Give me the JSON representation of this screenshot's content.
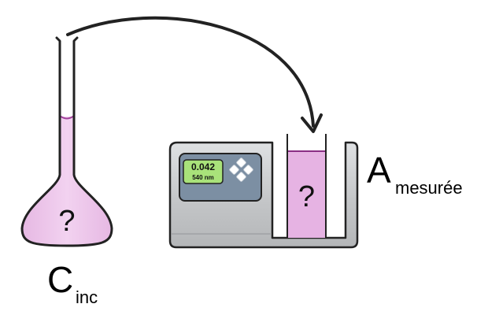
{
  "flask": {
    "unknown_mark": "?",
    "label_main": "C",
    "label_sub": "inc",
    "solution_color": "#ecc6ea"
  },
  "spectrophotometer": {
    "display_value": "0.042",
    "display_wavelength": "540 nm",
    "display_color": "#a9e27a",
    "cuvette_mark": "?",
    "cuvette_color": "#e6b3e3"
  },
  "measurement_label": {
    "main": "A",
    "sub": "mesurée"
  },
  "colors": {
    "outline": "#222222",
    "body_gray": "#c9cbcd",
    "panel_blue": "#7c8fa3"
  }
}
